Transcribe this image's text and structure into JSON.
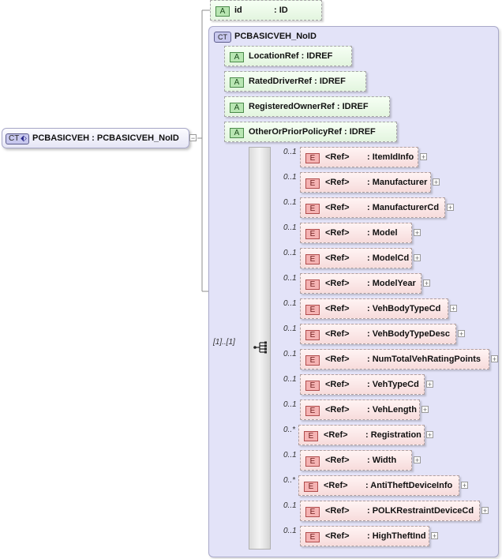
{
  "root": {
    "badge": "CT",
    "title": "PCBASICVEH : PCBASICVEH_NoID",
    "collapse_symbol": "−"
  },
  "id_attribute": {
    "badge": "A",
    "name": "id",
    "type": ": ID"
  },
  "complex_type": {
    "badge": "CT",
    "title": "PCBASICVEH_NoID",
    "attributes": [
      {
        "badge": "A",
        "label": "LocationRef : IDREF"
      },
      {
        "badge": "A",
        "label": "RatedDriverRef : IDREF"
      },
      {
        "badge": "A",
        "label": "RegisteredOwnerRef : IDREF"
      },
      {
        "badge": "A",
        "label": "OtherOrPriorPolicyRef : IDREF"
      }
    ],
    "sequence": {
      "cardinality": "[1]..[1]",
      "icon": "sequence-icon"
    },
    "elements": [
      {
        "card": "0..1",
        "badge": "E",
        "ref": "<Ref>",
        "name": ": ItemIdInfo"
      },
      {
        "card": "0..1",
        "badge": "E",
        "ref": "<Ref>",
        "name": ": Manufacturer"
      },
      {
        "card": "0..1",
        "badge": "E",
        "ref": "<Ref>",
        "name": ": ManufacturerCd"
      },
      {
        "card": "0..1",
        "badge": "E",
        "ref": "<Ref>",
        "name": ": Model"
      },
      {
        "card": "0..1",
        "badge": "E",
        "ref": "<Ref>",
        "name": ": ModelCd"
      },
      {
        "card": "0..1",
        "badge": "E",
        "ref": "<Ref>",
        "name": ": ModelYear"
      },
      {
        "card": "0..1",
        "badge": "E",
        "ref": "<Ref>",
        "name": ": VehBodyTypeCd"
      },
      {
        "card": "0..1",
        "badge": "E",
        "ref": "<Ref>",
        "name": ": VehBodyTypeDesc"
      },
      {
        "card": "0..1",
        "badge": "E",
        "ref": "<Ref>",
        "name": ": NumTotalVehRatingPoints"
      },
      {
        "card": "0..1",
        "badge": "E",
        "ref": "<Ref>",
        "name": ": VehTypeCd"
      },
      {
        "card": "0..1",
        "badge": "E",
        "ref": "<Ref>",
        "name": ": VehLength"
      },
      {
        "card": "0..*",
        "badge": "E",
        "ref": "<Ref>",
        "name": ": Registration"
      },
      {
        "card": "0..1",
        "badge": "E",
        "ref": "<Ref>",
        "name": ": Width"
      },
      {
        "card": "0..*",
        "badge": "E",
        "ref": "<Ref>",
        "name": ": AntiTheftDeviceInfo"
      },
      {
        "card": "0..1",
        "badge": "E",
        "ref": "<Ref>",
        "name": ": POLKRestraintDeviceCd"
      },
      {
        "card": "0..1",
        "badge": "E",
        "ref": "<Ref>",
        "name": ": HighTheftInd"
      }
    ],
    "expand_symbol": "+"
  },
  "colors": {
    "ct_panel": "#e3e3f8",
    "attribute_fill": "#e3f5df",
    "element_fill": "#f7dcdc",
    "connector": "#8c8c8c"
  }
}
